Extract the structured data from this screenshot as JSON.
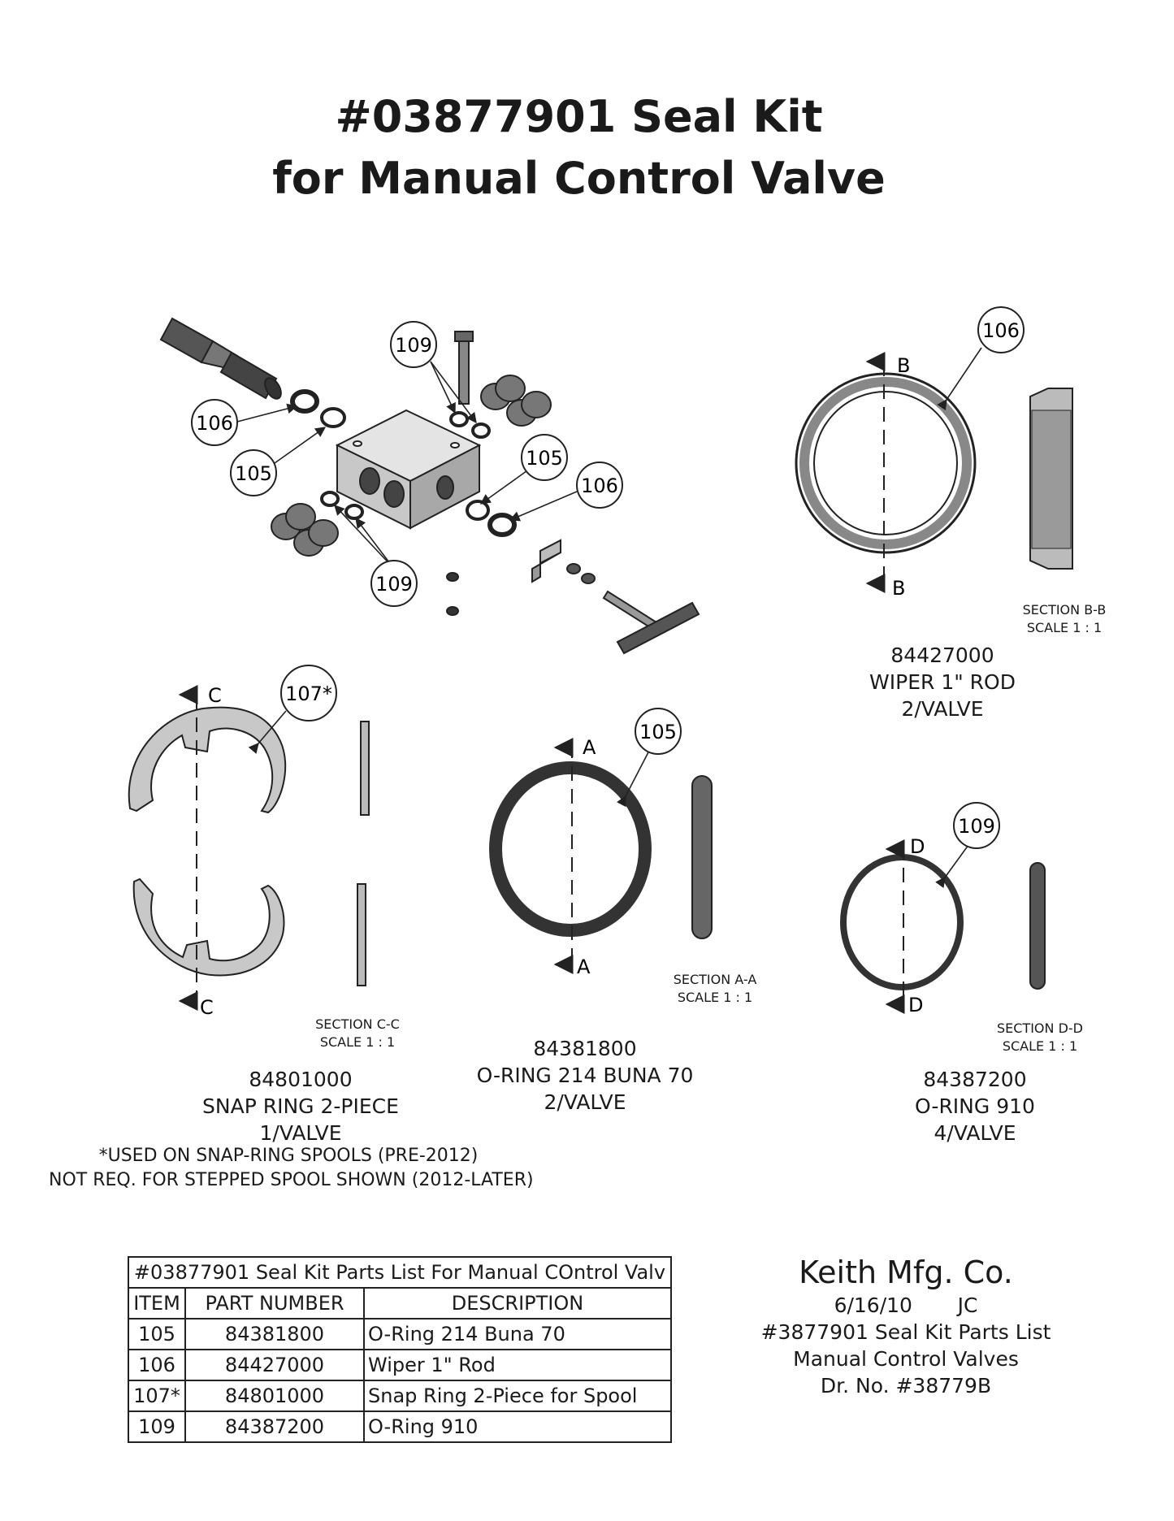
{
  "title": {
    "line1": "#03877901 Seal Kit",
    "line2": "for Manual Control Valve"
  },
  "balloons": {
    "b106": "106",
    "b105": "105",
    "b109": "109",
    "b107": "107*"
  },
  "section_letters": {
    "a": "A",
    "b": "B",
    "c": "C",
    "d": "D"
  },
  "parts": {
    "wiper": {
      "section": "SECTION B-B",
      "scale": "SCALE 1 : 1",
      "number": "84427000",
      "name": "WIPER 1\" ROD",
      "qty": "2/VALVE"
    },
    "snap_ring": {
      "section": "SECTION C-C",
      "scale": "SCALE 1 : 1",
      "number": "84801000",
      "name": "SNAP RING 2-PIECE",
      "qty": "1/VALVE",
      "note1": "*USED ON SNAP-RING SPOOLS (PRE-2012)",
      "note2": "NOT REQ. FOR STEPPED SPOOL SHOWN (2012-LATER)"
    },
    "oring214": {
      "section": "SECTION A-A",
      "scale": "SCALE 1 : 1",
      "number": "84381800",
      "name": "O-RING 214 BUNA 70",
      "qty": "2/VALVE"
    },
    "oring910": {
      "section": "SECTION D-D",
      "scale": "SCALE 1 : 1",
      "number": "84387200",
      "name": "O-RING 910",
      "qty": "4/VALVE"
    }
  },
  "table": {
    "caption": "#03877901 Seal Kit Parts List For Manual COntrol Valv",
    "headers": [
      "ITEM",
      "PART NUMBER",
      "DESCRIPTION"
    ],
    "rows": [
      [
        "105",
        "84381800",
        "O-Ring 214 Buna 70"
      ],
      [
        "106",
        "84427000",
        "Wiper 1\" Rod"
      ],
      [
        "107*",
        "84801000",
        "Snap Ring 2-Piece for Spool"
      ],
      [
        "109",
        "84387200",
        "O-Ring 910"
      ]
    ]
  },
  "titleblock": {
    "company": "Keith Mfg. Co.",
    "date": "6/16/10",
    "initials": "JC",
    "line3": "#3877901 Seal Kit Parts List",
    "line4": "Manual Control Valves",
    "line5": "Dr. No. #38779B"
  }
}
